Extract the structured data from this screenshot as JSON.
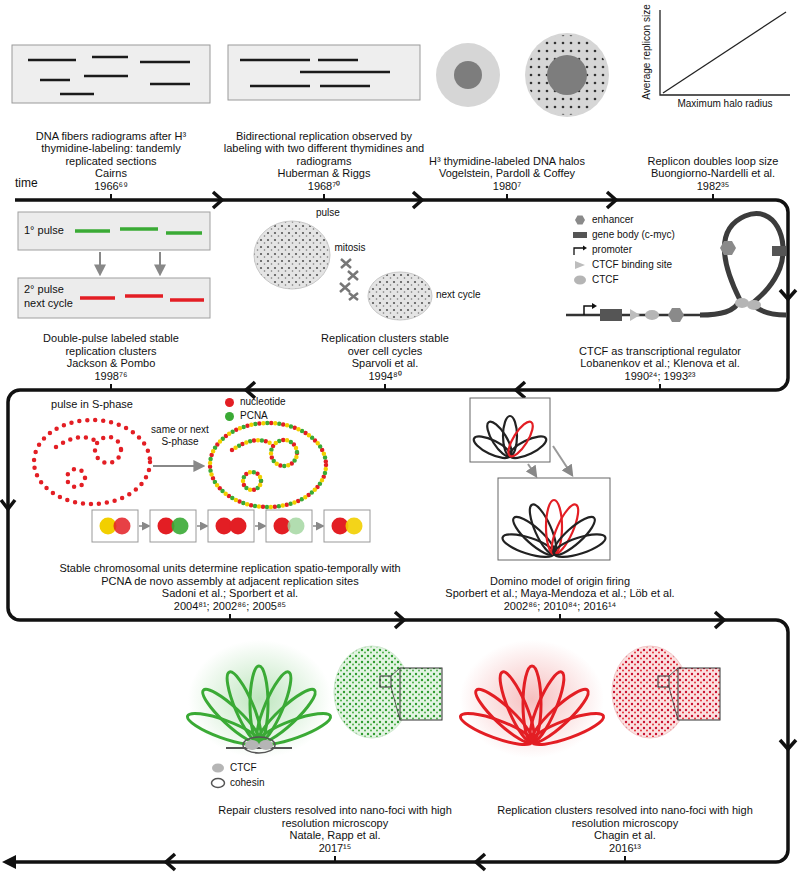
{
  "diagram": {
    "nodes": [
      {
        "text": [
          "DNA fibers radiograms after H³ thymidine-labeling: tandemly replicated sections",
          "Cairns",
          "1966⁶⁹"
        ]
      },
      {
        "text": [
          "Bidirectional replication observed by labeling with two different thymidines and radiograms",
          "Huberman & Riggs",
          "1968⁷⁰"
        ]
      },
      {
        "text": [
          "H³ thymidine-labeled DNA halos",
          "Vogelstein, Pardoll & Coffey",
          "1980⁷"
        ]
      },
      {
        "text": [
          "Replicon doubles loop size",
          "Buongiorno-Nardelli et al.",
          "1982³⁵"
        ]
      },
      {
        "text": [
          "CTCF as transcriptional regulator",
          "Lobanenkov et al.; Klenova et al.",
          "1990²⁴; 1993²³"
        ]
      },
      {
        "text": [
          "Replication clusters stable over cell cycles",
          "Sparvoli et al.",
          "1994⁸⁰"
        ]
      },
      {
        "text": [
          "Double-pulse labeled stable replication clusters",
          "Jackson & Pombo",
          "1998⁷⁶"
        ]
      },
      {
        "text": [
          "Stable chromosomal units determine replication spatio-temporally with PCNA de novo assembly at adjacent replication sites",
          "Sadoni et al.; Sporbert et al.",
          "2004⁸¹; 2002⁸⁶; 2005⁸⁵"
        ]
      },
      {
        "text": [
          "Domino model of origin firing",
          "Sporbert et al.; Maya-Mendoza et al.; Löb et al.",
          "2002⁸⁶; 2010⁸⁴; 2016¹⁴"
        ]
      },
      {
        "text": [
          "Replication clusters resolved into nano-foci with high resolution microscopy",
          "Chagin et al.",
          "2016¹³"
        ]
      },
      {
        "text": [
          "Repair clusters resolved into nano-foci with high resolution microscopy",
          "Natale, Rapp et al.",
          "2017¹⁵"
        ]
      }
    ],
    "labels": [
      "time",
      "Average replicon size",
      "Maximum halo radius",
      "pulse",
      "mitosis",
      "next cycle",
      "1° pulse",
      "2° pulse",
      "next cycle",
      "pulse in S-phase",
      "same or next S-phase"
    ],
    "legend": [
      {
        "text": "enhancer"
      },
      {
        "text": "gene body (c-myc)"
      },
      {
        "text": "promoter"
      },
      {
        "text": "CTCF binding site"
      },
      {
        "text": "CTCF"
      },
      {
        "text": "nucleotide",
        "color": "#e31e24"
      },
      {
        "text": "PCNA",
        "color": "#3aaa35"
      },
      {
        "text": "CTCF"
      },
      {
        "text": "cohesin"
      }
    ]
  }
}
